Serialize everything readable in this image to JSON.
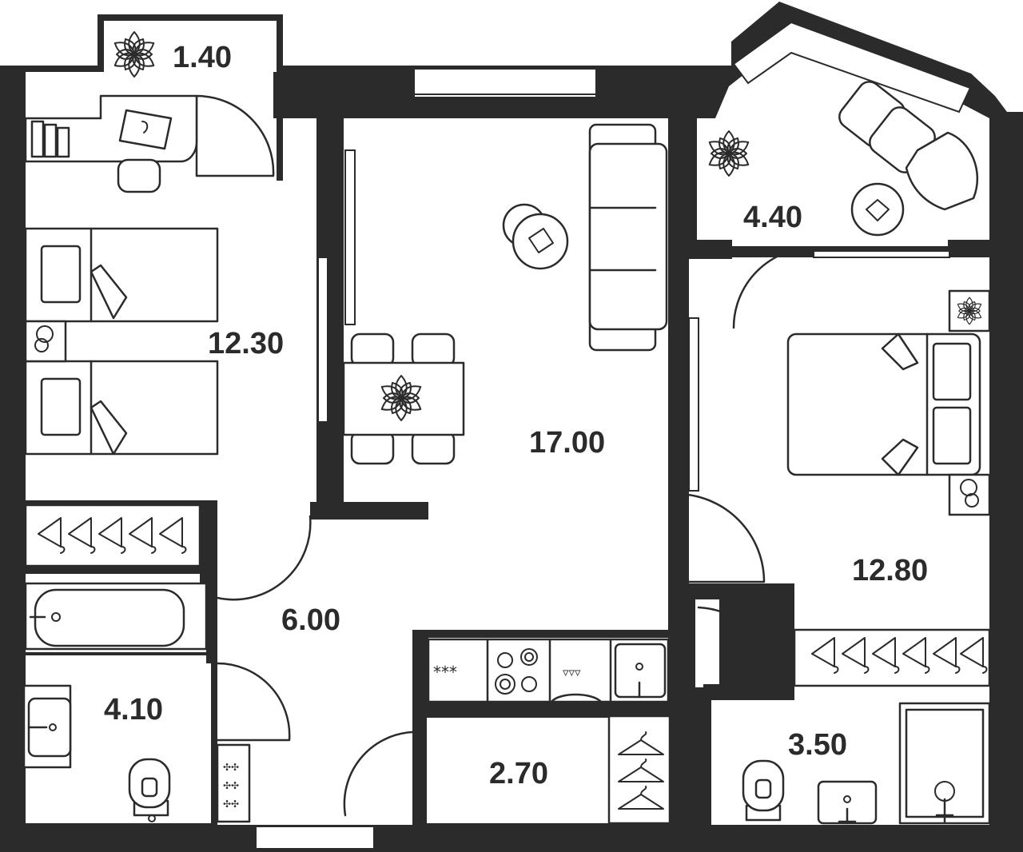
{
  "plan": {
    "rooms": [
      {
        "id": "balcony-small",
        "area": "1.40"
      },
      {
        "id": "balcony-large",
        "area": "4.40"
      },
      {
        "id": "kids-bedroom",
        "area": "12.30"
      },
      {
        "id": "living-room",
        "area": "17.00"
      },
      {
        "id": "bedroom",
        "area": "12.80"
      },
      {
        "id": "hallway",
        "area": "6.00"
      },
      {
        "id": "bathroom",
        "area": "4.10"
      },
      {
        "id": "storage",
        "area": "2.70"
      },
      {
        "id": "toilet",
        "area": "3.50"
      }
    ]
  },
  "colors": {
    "wall": "#2b2b2b",
    "floor": "#ffffff"
  },
  "icons": [
    "flower-icon",
    "bed-icon",
    "sofa-icon",
    "dining-table-icon",
    "bathtub-icon",
    "toilet-icon",
    "sink-icon",
    "stove-icon",
    "hanger-icon",
    "armchair-icon",
    "desk-icon",
    "shower-icon"
  ]
}
